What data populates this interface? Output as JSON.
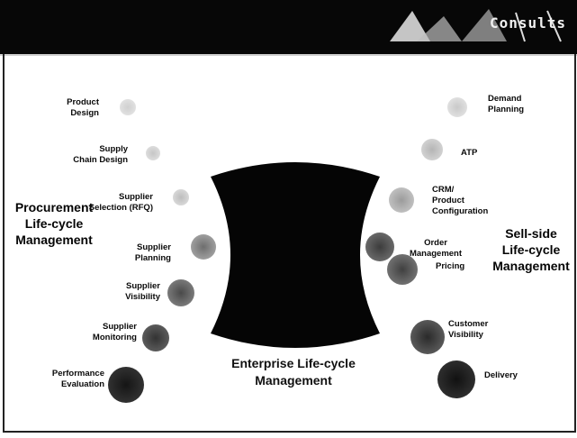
{
  "header": {
    "logo_text": "Consults"
  },
  "center": {
    "label_line1": "Enterprise Life-cycle",
    "label_line2": "Management"
  },
  "procurement": {
    "title_line1": "Procurement",
    "title_line2": "Life-cycle",
    "title_line3": "Management",
    "items": [
      {
        "line1": "Product",
        "line2": "Design"
      },
      {
        "line1": "Supply",
        "line2": "Chain Design"
      },
      {
        "line1": "Supplier",
        "line2": "Selection (RFQ)"
      },
      {
        "line1": "Supplier",
        "line2": "Planning"
      },
      {
        "line1": "Supplier",
        "line2": "Visibility"
      },
      {
        "line1": "Supplier",
        "line2": "Monitoring"
      },
      {
        "line1": "Performance",
        "line2": "Evaluation"
      }
    ]
  },
  "sellside": {
    "title_line1": "Sell-side",
    "title_line2": "Life-cycle",
    "title_line3": "Management",
    "items": [
      {
        "line1": "Demand",
        "line2": "Planning"
      },
      {
        "line1": "ATP"
      },
      {
        "line1": "CRM/",
        "line2": "Product",
        "line3": "Configuration"
      },
      {
        "line1": "Order",
        "line2": "Management"
      },
      {
        "line1": "Pricing"
      },
      {
        "line1": "Customer",
        "line2": "Visibility"
      },
      {
        "line1": "Delivery"
      }
    ]
  },
  "colors": {
    "header_bg": "#070707",
    "center_shape": "#050505",
    "dot_lightest": "#d9d9d9",
    "dot_darkest": "#151515"
  }
}
